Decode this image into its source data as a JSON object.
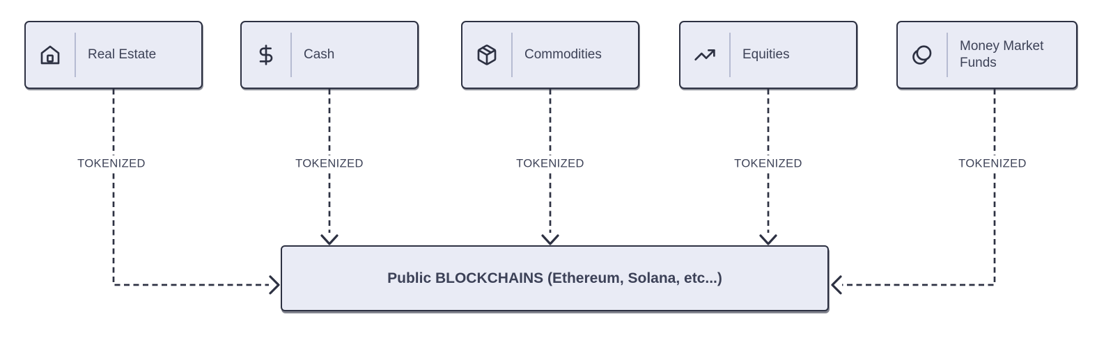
{
  "diagram": {
    "assets": [
      {
        "label": "Real Estate",
        "icon": "home-icon"
      },
      {
        "label": "Cash",
        "icon": "dollar-sign-icon"
      },
      {
        "label": "Commodities",
        "icon": "package-icon"
      },
      {
        "label": "Equities",
        "icon": "trending-up-icon"
      },
      {
        "label": "Money Market Funds",
        "icon": "coin-icon"
      }
    ],
    "flow_label": "TOKENIZED",
    "destination_label": "Public BLOCKCHAINS (Ethereum, Solana, etc...)",
    "colors": {
      "node_background": "#e9ebf5",
      "node_border": "#2d3142",
      "connector": "#2d3142",
      "text": "#3d4257",
      "divider": "#b6bbd2",
      "canvas_background": "#ffffff"
    }
  }
}
